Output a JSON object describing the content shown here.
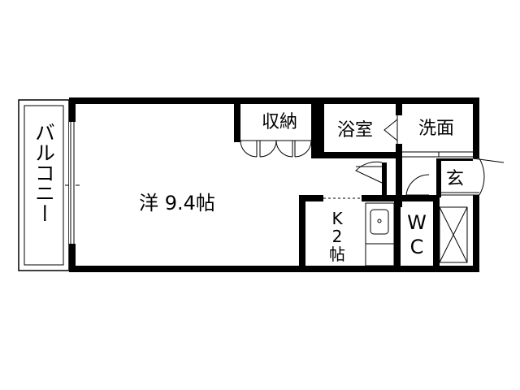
{
  "rooms": {
    "balcony": "バルコニー",
    "western_room": "洋 9.4帖",
    "storage": "収納",
    "bathroom": "浴室",
    "washroom": "洗面",
    "entrance": "玄",
    "kitchen": {
      "line1": "K",
      "line2": "2",
      "line3": "帖"
    },
    "toilet": {
      "line1": "W",
      "line2": "C"
    }
  },
  "colors": {
    "wall": "#000000",
    "background": "#ffffff",
    "line": "#000000"
  }
}
